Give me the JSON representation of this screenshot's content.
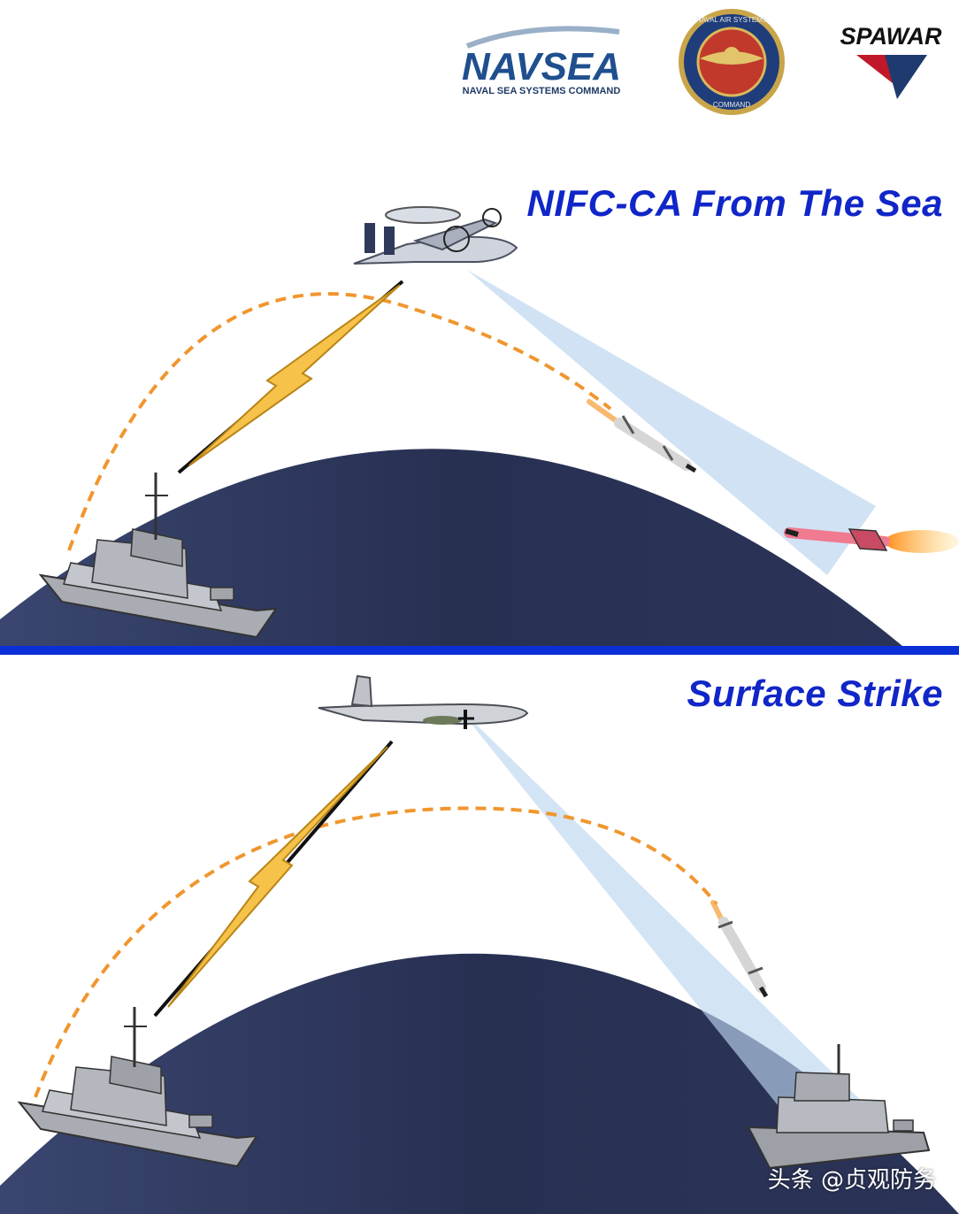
{
  "logos": {
    "navsea_name": "NAVSEA",
    "navsea_subtitle": "NAVAL SEA SYSTEMS COMMAND",
    "navair_ring_top": "NAVAL AIR SYSTEMS",
    "navair_ring_bottom": "COMMAND",
    "spawar_name": "SPAWAR"
  },
  "panels": {
    "top": {
      "title": "NIFC-CA From The Sea"
    },
    "bottom": {
      "title": "Surface Strike"
    }
  },
  "watermark": "头条 @贞观防务",
  "colors": {
    "title": "#1026c8",
    "divider": "#0a2fd6",
    "earth": "#2a3356",
    "trajectory": "#f0962e",
    "radar_beam": "#bcd6f0",
    "datalink_bolt": "#f6c24a"
  },
  "icons": [
    "navsea-logo",
    "navair-seal",
    "spawar-logo",
    "e2d-aircraft-icon",
    "p3-aircraft-icon",
    "destroyer-icon",
    "enemy-ship-icon",
    "interceptor-missile-icon",
    "cruise-missile-icon",
    "datalink-bolt-icon",
    "trajectory-arc",
    "radar-beam"
  ]
}
